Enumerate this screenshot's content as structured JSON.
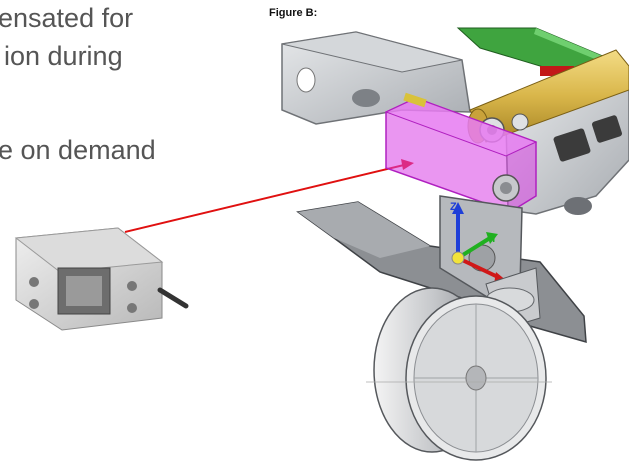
{
  "slide_text": {
    "line1": "ensated for",
    "line2": "ion during",
    "line3": "e on demand"
  },
  "figure": {
    "title": "Figure B:",
    "axis_labels": {
      "z": "Z",
      "y": "Y",
      "x": "X"
    }
  },
  "colors": {
    "text_gray": "#555555",
    "arrow_red": "#e01010",
    "highlight_magenta": "#d83fe6",
    "frame_gray": "#b9bcc0",
    "rail_green": "#3fa43f",
    "shaft_gold": "#d9b64a"
  }
}
